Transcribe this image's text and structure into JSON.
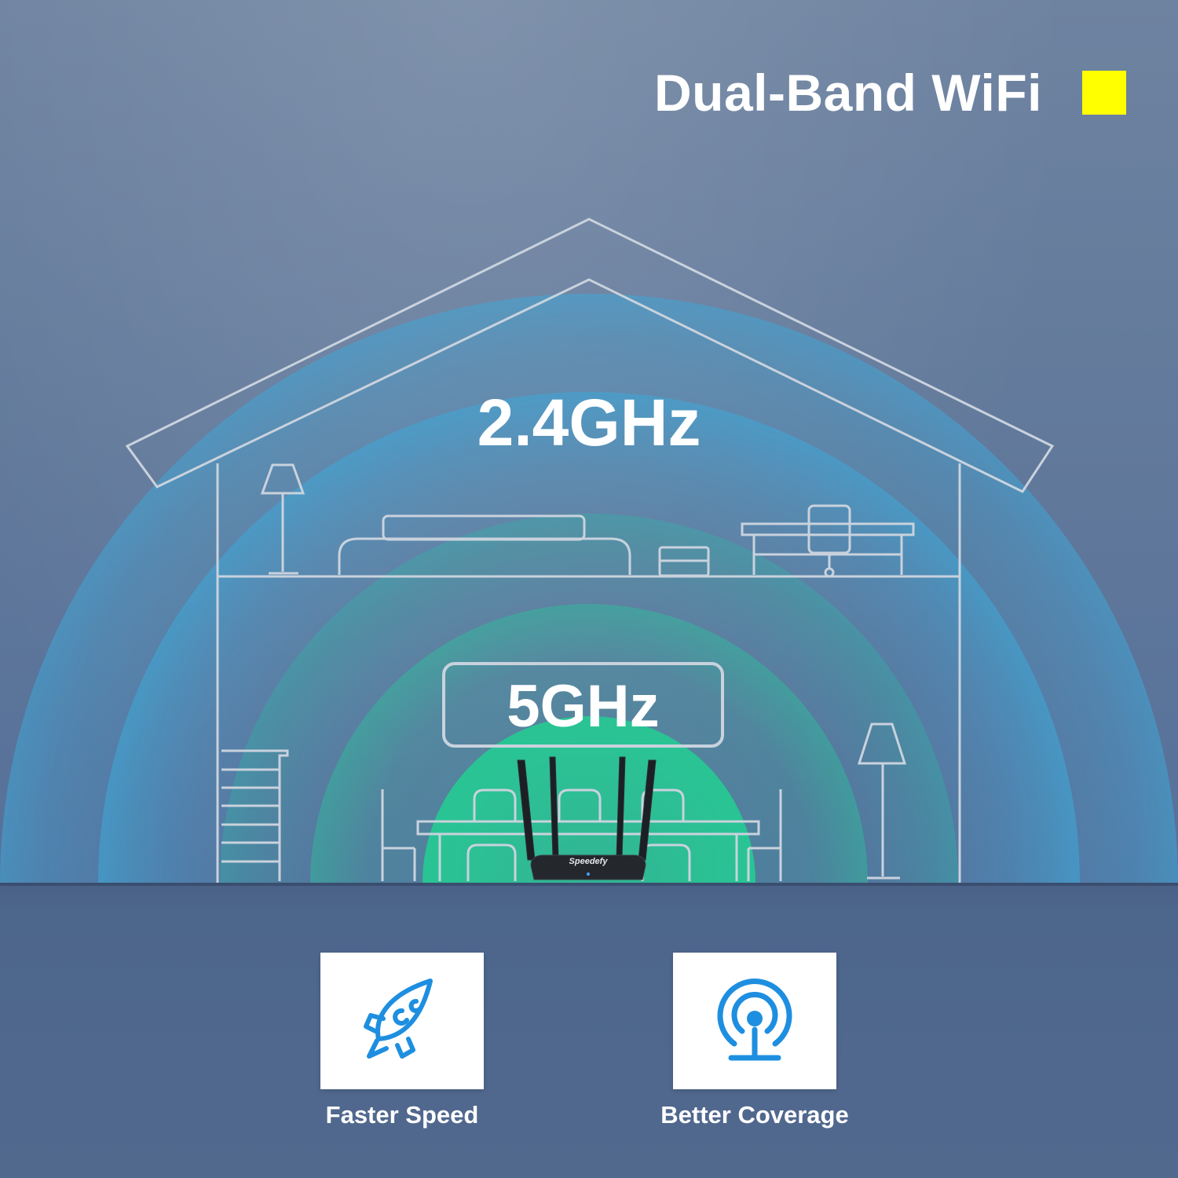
{
  "headline": "Dual-Band WiFi",
  "bands": {
    "outer": "2.4GHz",
    "inner": "5GHz"
  },
  "router_brand": "Speedefy",
  "features": [
    {
      "label": "Faster Speed",
      "icon": "rocket-icon"
    },
    {
      "label": "Better Coverage",
      "icon": "signal-tower-icon"
    }
  ],
  "colors": {
    "accent_yellow": "#ffff00",
    "wave_blue": "#3fa6d6",
    "wave_green": "#29c49a",
    "icon_blue": "#1e8fe0"
  }
}
